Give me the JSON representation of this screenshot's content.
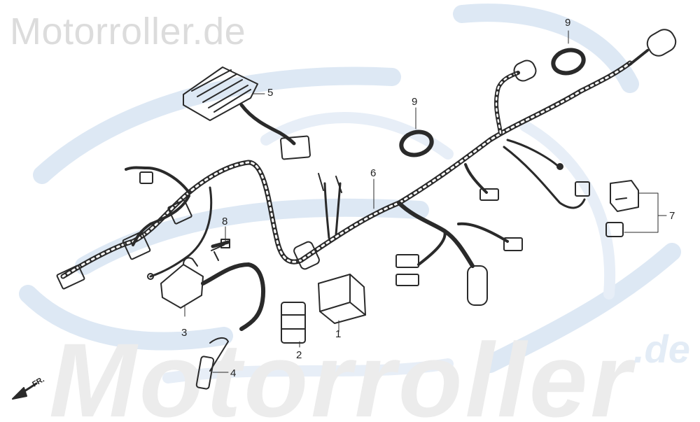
{
  "watermark": {
    "top_text": "Motorroller.de",
    "bottom_text": "Motorroller",
    "bottom_suffix": ".de"
  },
  "direction_label": "FR.",
  "callouts": {
    "part1": "1",
    "part2": "2",
    "part3": "3",
    "part4": "4",
    "part5": "5",
    "part6": "6",
    "part7": "7",
    "part8": "8",
    "part9a": "9",
    "part9b": "9"
  },
  "colors": {
    "line": "#2a2a2a",
    "watermark_blue": "#dde8f4",
    "watermark_gray": "#dcdcdc"
  }
}
